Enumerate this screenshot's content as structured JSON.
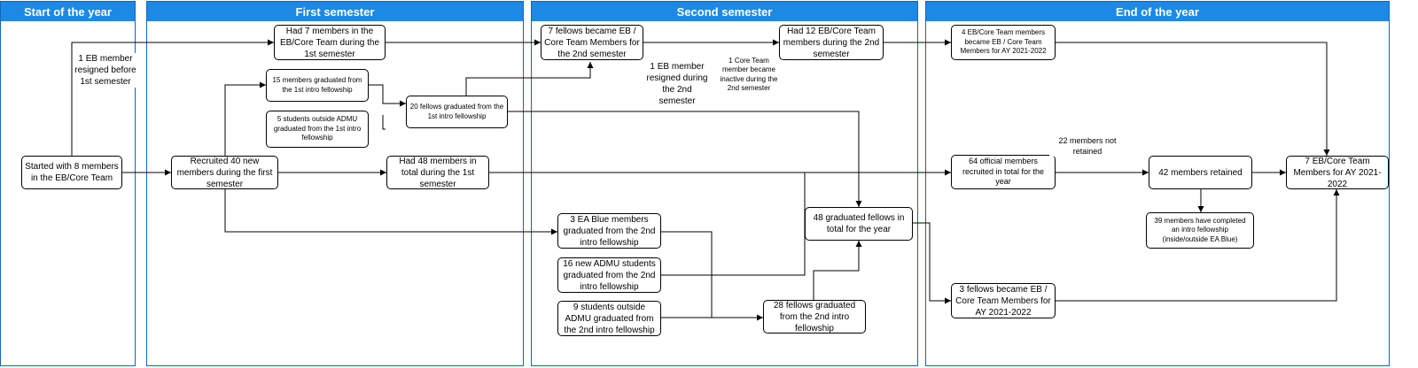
{
  "lanes": [
    {
      "title": "Start of the year"
    },
    {
      "title": "First semester"
    },
    {
      "title": "Second semester"
    },
    {
      "title": "End of the year"
    }
  ],
  "nodes": {
    "start_8": "Started with 8 members in the EB/Core Team",
    "recruited_40": "Recruited 40 new members during the first semester",
    "had_7": "Had 7 members in the EB/Core Team during the 1st semester",
    "grad_15": "15 members graduated from the 1st intro fellowship",
    "outside_5": "5 students outside ADMU graduated from the 1st intro fellowship",
    "fellows_20": "20 fellows graduated from the 1st intro fellowship",
    "had_48": "Had 48 members in total during the 1st semester",
    "became_7": "7 fellows became EB / Core Team Members for the 2nd semester",
    "had_12": "Had 12 EB/Core Team members during the 2nd semester",
    "ea_blue_3": "3 EA Blue members graduated from the 2nd intro fellowship",
    "new_admu_16": "16 new ADMU students graduated from the 2nd intro fellowship",
    "outside_9": "9 students outside ADMU graduated from the 2nd intro fellowship",
    "fellows_28": "28 fellows graduated from the 2nd intro fellowship",
    "grad_48": "48 graduated fellows in total for the year",
    "became_4": "4 EB/Core Team members became EB / Core Team Members for AY 2021-2022",
    "official_64": "64 official members recruited in total for the year",
    "retained_42": "42 members retained",
    "completed_39": "39 members have completed an intro fellowship (inside/outside EA Blue)",
    "became_3": "3 fellows became EB / Core Team Members for AY 2021-2022",
    "final_7": "7 EB/Core Team Members for AY 2021-2022"
  },
  "notes": {
    "resigned_before": "1 EB member resigned before 1st semester",
    "resigned_during": "1 EB member resigned during the 2nd semester",
    "inactive": "1 Core Team member became inactive during the 2nd semester",
    "not_retained": "22 members not retained"
  }
}
